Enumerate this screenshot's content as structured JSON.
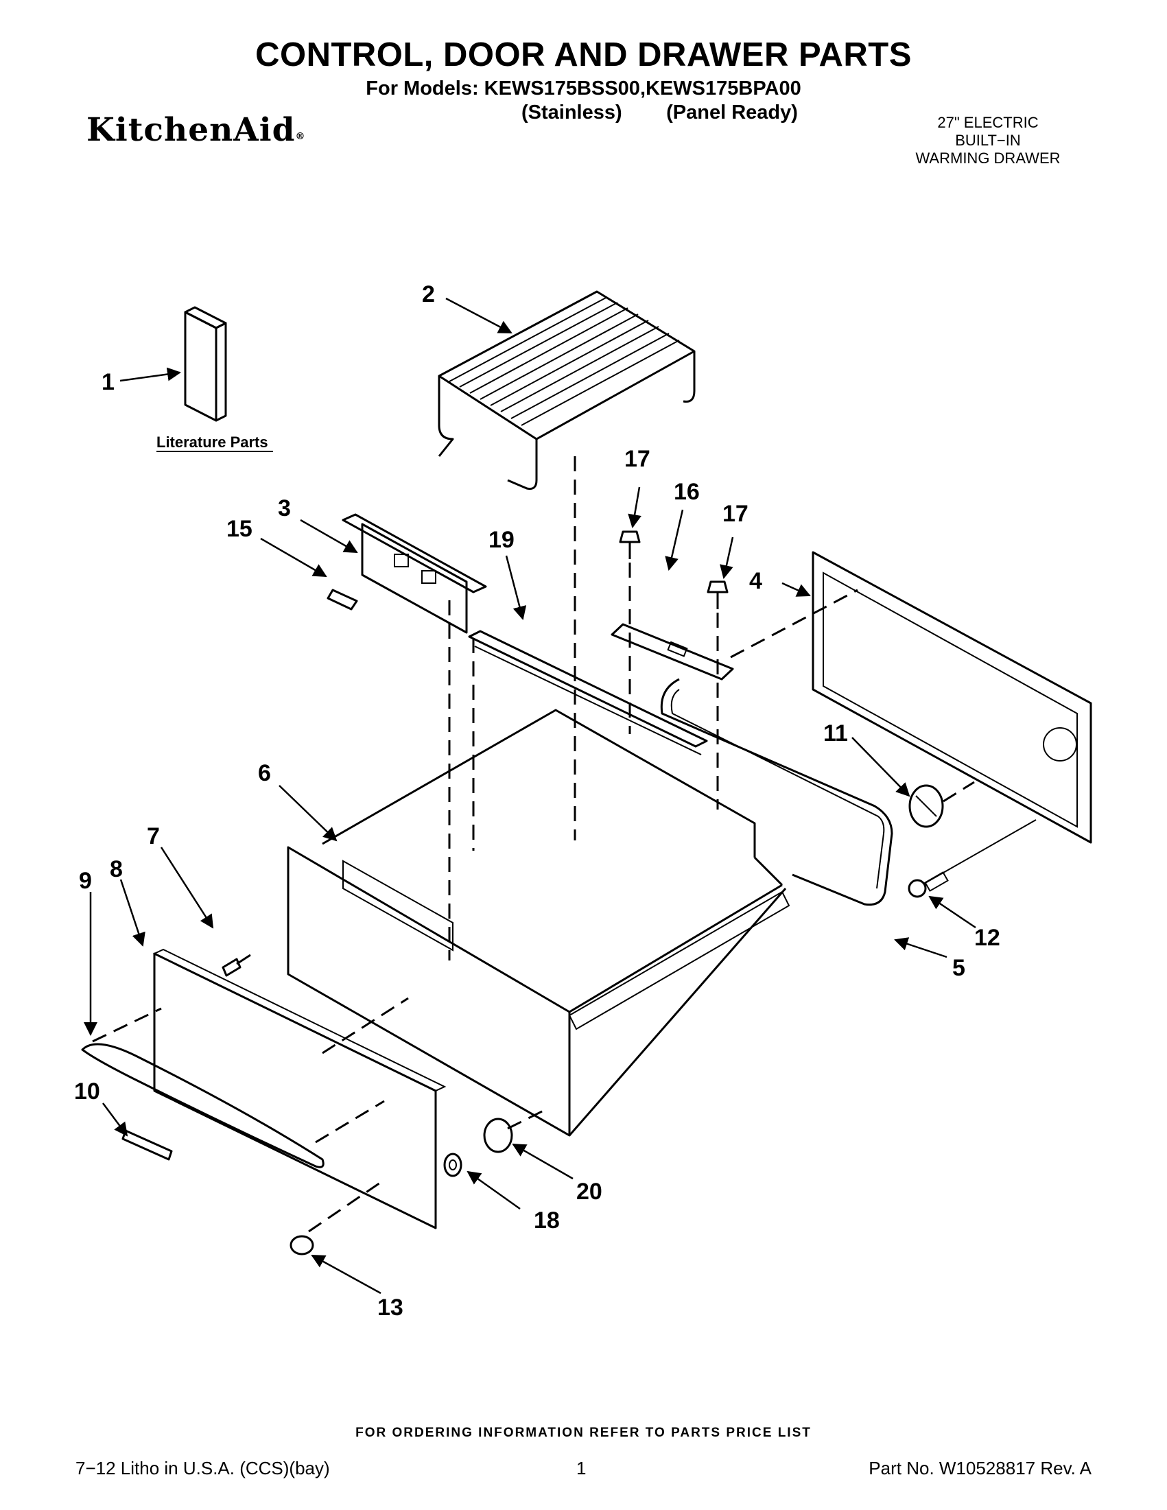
{
  "header": {
    "title": "CONTROL, DOOR AND DRAWER PARTS",
    "models_line": "For Models: KEWS175BSS00,KEWS175BPA00",
    "variant_stainless": "(Stainless)",
    "variant_panel_ready": "(Panel Ready)",
    "brand": "KitchenAid",
    "brand_mark": "®",
    "product_lines": [
      "27\" ELECTRIC",
      "BUILT−IN",
      "WARMING DRAWER"
    ]
  },
  "diagram": {
    "literature_label": "Literature Parts",
    "callouts": [
      "1",
      "2",
      "3",
      "4",
      "5",
      "6",
      "7",
      "8",
      "9",
      "10",
      "11",
      "12",
      "13",
      "15",
      "16",
      "17",
      "17",
      "18",
      "19",
      "20"
    ]
  },
  "footer": {
    "ordering_note": "FOR ORDERING INFORMATION REFER TO PARTS PRICE LIST",
    "litho": "7−12 Litho in U.S.A. (CCS)(bay)",
    "page_number": "1",
    "part_number": "Part No. W10528817 Rev. A"
  }
}
